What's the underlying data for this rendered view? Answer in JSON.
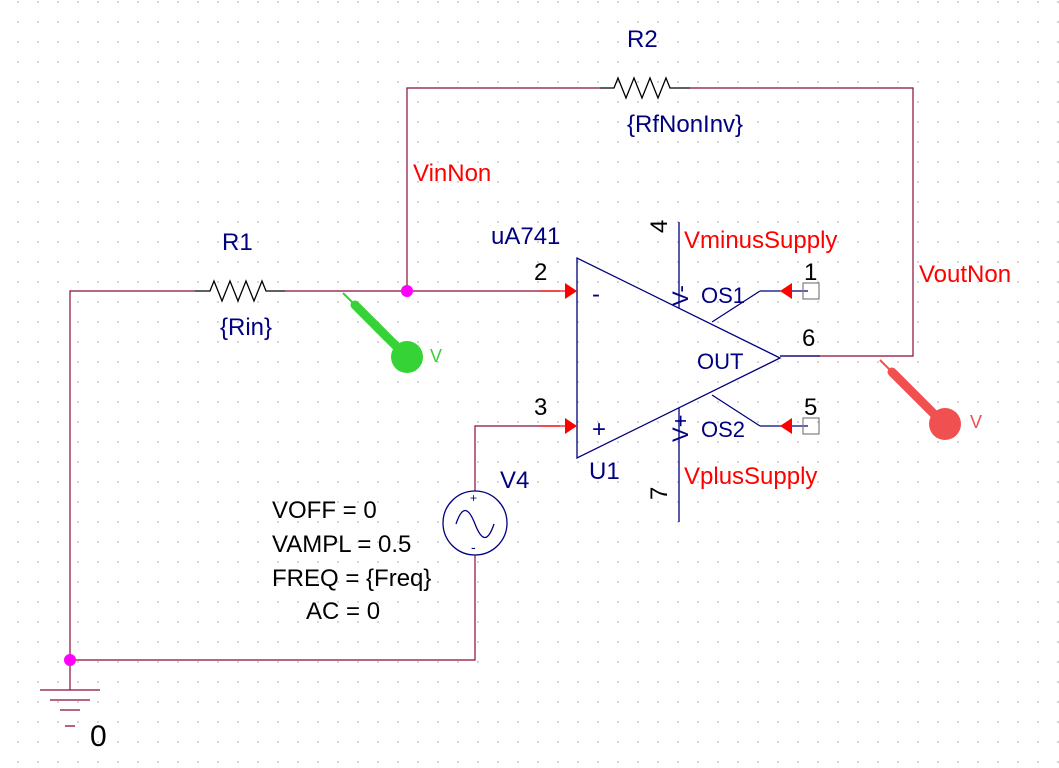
{
  "schematic": {
    "components": {
      "r1": {
        "ref": "R1",
        "value": "{Rin}"
      },
      "r2": {
        "ref": "R2",
        "value": "{RfNonInv}"
      },
      "opamp": {
        "model": "uA741",
        "ref": "U1",
        "pins": {
          "inv_num": "2",
          "noninv_num": "3",
          "vminus_num": "4",
          "vplus_num": "7",
          "out_num": "6",
          "os1_num": "1",
          "os2_num": "5",
          "inv_sign": "-",
          "noninv_sign": "+",
          "vminus_label": "V-",
          "vplus_label": "V+",
          "out_label": "OUT",
          "os1_label": "OS1",
          "os2_label": "OS2"
        }
      },
      "v4": {
        "ref": "V4",
        "params": [
          "VOFF = 0",
          "VAMPL = 0.5",
          "FREQ = {Freq}",
          "AC = 0"
        ],
        "plus": "+",
        "minus": "-"
      },
      "ground": {
        "label": "0"
      }
    },
    "nets": {
      "vin": "VinNon",
      "vout": "VoutNon",
      "vminus": "VminusSupply",
      "vplus": "VplusSupply"
    },
    "probes": {
      "green": {
        "label": "V"
      },
      "red": {
        "label": "V"
      }
    },
    "colors": {
      "wire": "#8b0b3a",
      "part": "#000080",
      "net_label": "#ff0000",
      "pin_number": "#000000",
      "junction": "#ff00ff",
      "probe_green": "#35d335",
      "probe_red": "#f05050"
    }
  }
}
